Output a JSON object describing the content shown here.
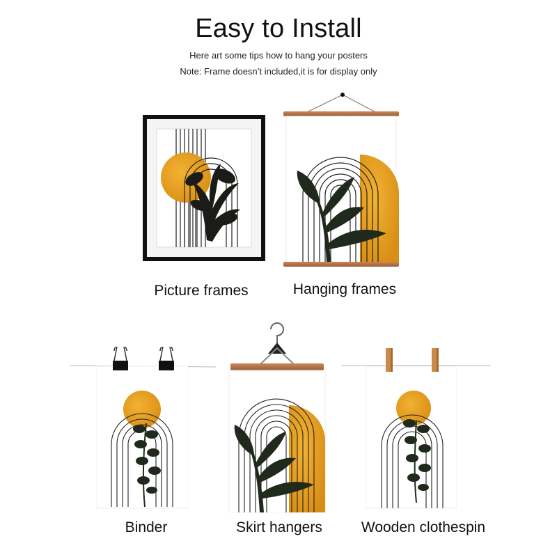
{
  "header": {
    "title": "Easy to Install",
    "tip": "Here art some tips how to hang your posters",
    "note": "Note: Frame doesn’t included,it is for display only"
  },
  "methods": [
    {
      "label": "Picture frames",
      "icon": "picture-frame"
    },
    {
      "label": "Hanging frames",
      "icon": "wooden-hanger-frame"
    },
    {
      "label": "Binder",
      "icon": "binder-clip"
    },
    {
      "label": "Skirt hangers",
      "icon": "skirt-hanger"
    },
    {
      "label": "Wooden clothespin",
      "icon": "wooden-clothespin"
    }
  ],
  "colors": {
    "sun": "#e8a323",
    "sun_dark": "#d48a12",
    "leaf": "#1f2a1c",
    "wood": "#b7744a",
    "frame": "#111111"
  }
}
